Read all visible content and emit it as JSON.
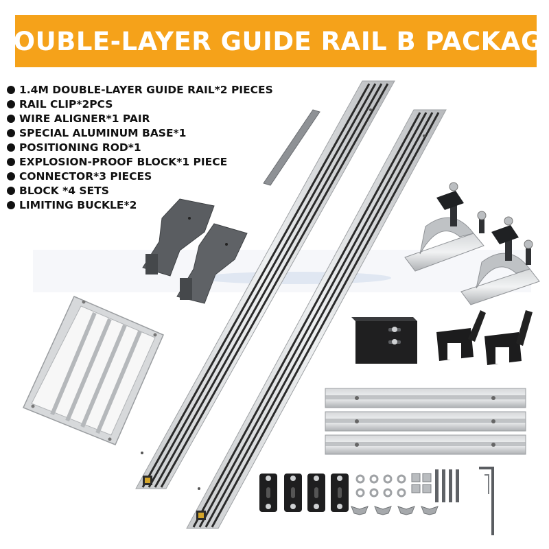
{
  "banner": {
    "title": "DOUBLE-LAYER GUIDE RAIL B PACKAGE",
    "color": "#f5a21a"
  },
  "contents": [
    "1.4M DOUBLE-LAYER GUIDE RAIL*2 PIECES",
    "RAIL CLIP*2PCS",
    "WIRE ALIGNER*1 PAIR",
    "SPECIAL ALUMINUM BASE*1",
    "POSITIONING ROD*1",
    "EXPLOSION-PROOF BLOCK*1 PIECE",
    "CONNECTOR*3 PIECES",
    "BLOCK *4 SETS",
    "LIMITING BUCKLE*2"
  ],
  "icons": {
    "bullet": "black-circle-bullet",
    "rail": "aluminum-guide-rail",
    "clamp": "rail-clip-clamp",
    "wrench": "hex-key-wrench"
  }
}
